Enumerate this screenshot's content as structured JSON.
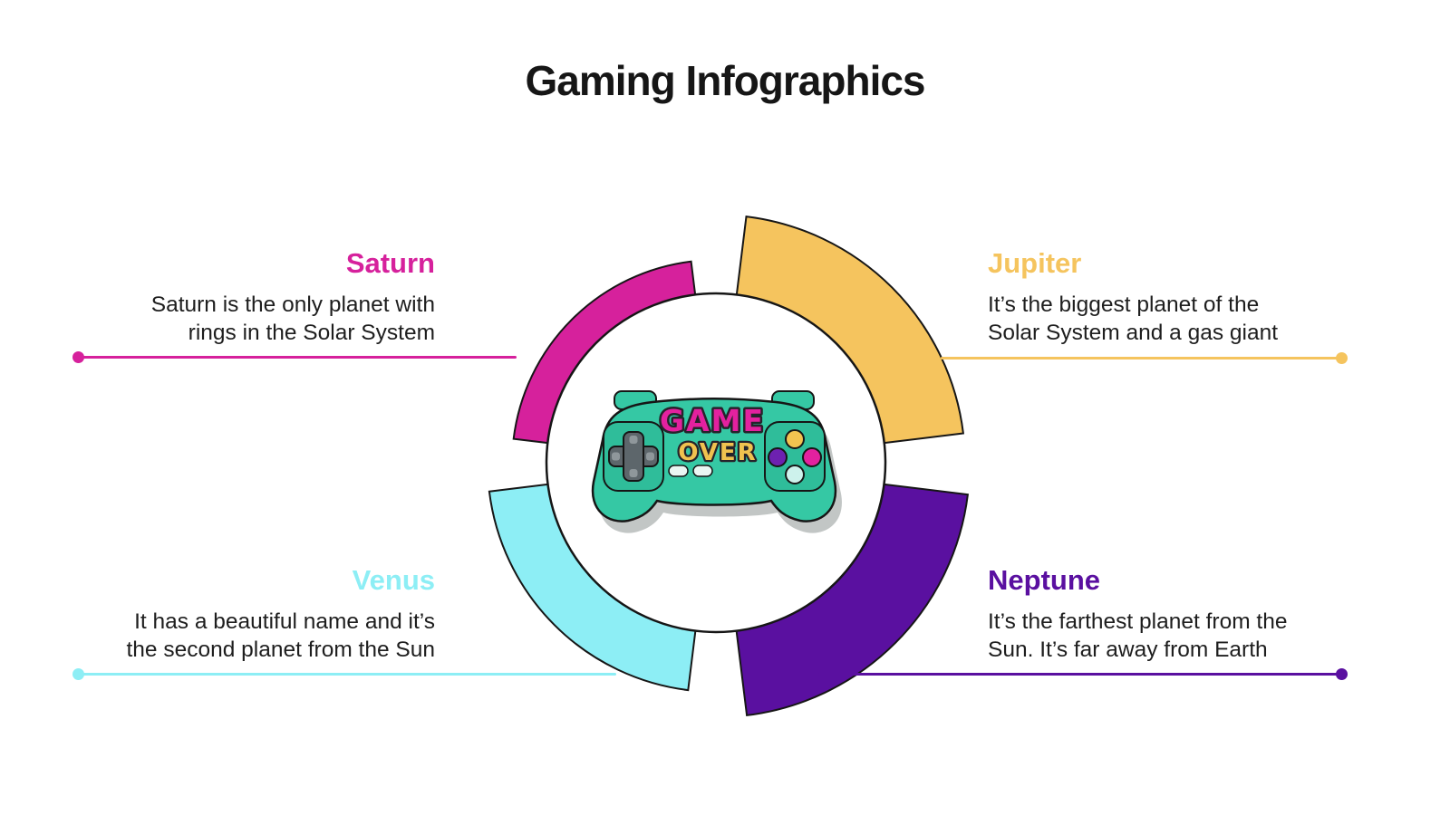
{
  "title": "Gaming Infographics",
  "center": {
    "game_text": "GAME",
    "over_text": "OVER",
    "controller_color": "#35c8a4",
    "game_text_color": "#e3219f",
    "over_text_color": "#f0c24f"
  },
  "items": [
    {
      "label": "Saturn",
      "color": "#d6219c",
      "line1": "Saturn is the only planet with",
      "line2": "rings in the Solar System"
    },
    {
      "label": "Jupiter",
      "color": "#f5c45e",
      "line1": "It’s the biggest planet of the",
      "line2": "Solar System and a gas giant"
    },
    {
      "label": "Venus",
      "color": "#8deef5",
      "line1": "It has a beautiful name and it’s",
      "line2": "the second planet from the Sun"
    },
    {
      "label": "Neptune",
      "color": "#5a10a0",
      "line1": "It’s the farthest planet from the",
      "line2": "Sun. It’s far away from Earth"
    }
  ]
}
